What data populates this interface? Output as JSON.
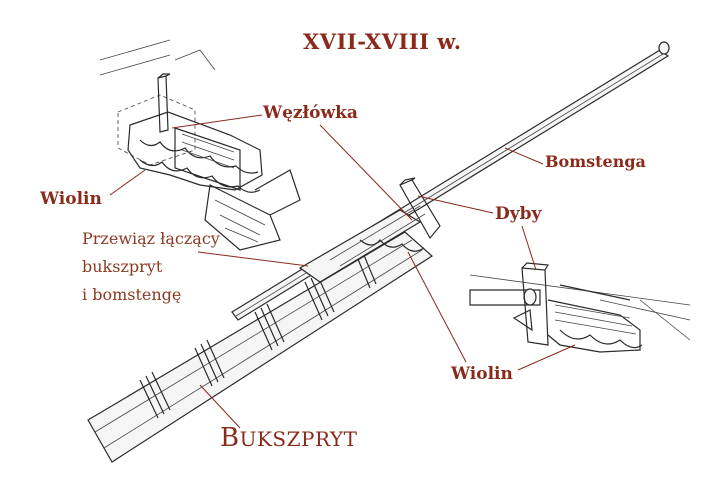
{
  "title": "XVII-XVIII w.",
  "labels": {
    "wezlowka": "Węzłówka",
    "bomstenga": "Bomstenga",
    "wiolin_upper": "Wiolin",
    "dyby": "Dyby",
    "przewiaz_line1": "Przewiąz łączący",
    "przewiaz_line2": "bukszpryt",
    "przewiaz_line3": "i bomstengę",
    "wiolin_lower": "Wiolin",
    "bukszpryt_first": "B",
    "bukszpryt_rest": "UKSZPRYT"
  },
  "colors": {
    "label": "#8a2a1a",
    "ink": "#2a2a2a",
    "background": "#ffffff"
  }
}
